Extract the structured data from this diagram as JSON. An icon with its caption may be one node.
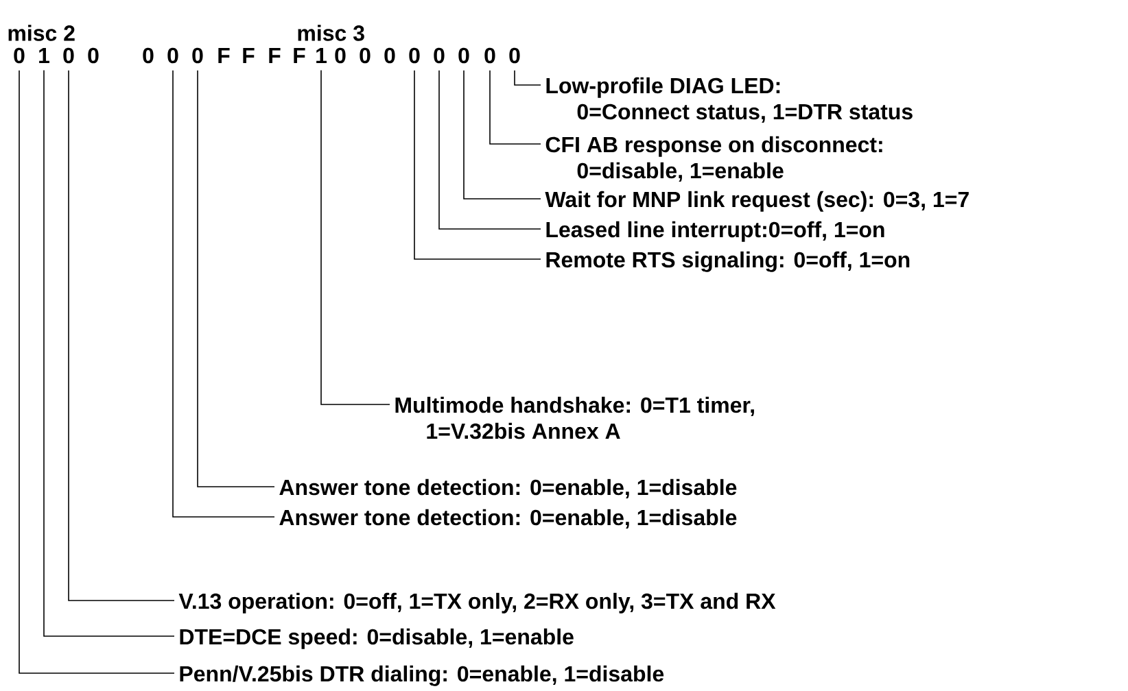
{
  "diagram": {
    "nodes": [
      {
        "text": [
          "0"
        ]
      },
      {
        "text": [
          "1"
        ]
      },
      {
        "text": [
          "0"
        ]
      },
      {
        "text": [
          "0"
        ]
      },
      {
        "text": [
          "0"
        ]
      },
      {
        "text": [
          "0"
        ]
      },
      {
        "text": [
          "0"
        ]
      },
      {
        "text": [
          "F"
        ]
      },
      {
        "text": [
          "F"
        ]
      },
      {
        "text": [
          "F"
        ]
      },
      {
        "text": [
          "F"
        ]
      },
      {
        "text": [
          "1"
        ]
      },
      {
        "text": [
          "0"
        ]
      },
      {
        "text": [
          "0"
        ]
      },
      {
        "text": [
          "0"
        ]
      },
      {
        "text": [
          "0"
        ]
      },
      {
        "text": [
          "0"
        ]
      },
      {
        "text": [
          "0"
        ]
      },
      {
        "text": [
          "0"
        ]
      },
      {
        "text": [
          "0"
        ]
      },
      {
        "text": [
          "Low-profile DIAG LED:",
          "0=Connect status, 1=DTR status"
        ]
      },
      {
        "text": [
          "CFI AB response on disconnect:",
          "0=disable, 1=enable"
        ]
      },
      {
        "text": [
          "Wait for MNP link request (sec): 0=3, 1=7"
        ]
      },
      {
        "text": [
          "Leased line interrupt:0=off, 1=on"
        ]
      },
      {
        "text": [
          "Remote RTS signaling: 0=off, 1=on"
        ]
      },
      {
        "text": [
          "Multimode handshake: 0=T1 timer,",
          "1=V.32bis Annex A"
        ]
      },
      {
        "text": [
          "Answer tone detection: 0=enable, 1=disable"
        ]
      },
      {
        "text": [
          "Answer tone detection: 0=enable, 1=disable"
        ]
      },
      {
        "text": [
          "V.13 operation: 0=off, 1=TX only, 2=RX only, 3=TX and RX"
        ]
      },
      {
        "text": [
          "DTE=DCE speed: 0=disable, 1=enable"
        ]
      },
      {
        "text": [
          "Penn/V.25bis DTR dialing: 0=enable, 1=disable"
        ]
      }
    ],
    "edges": [
      {
        "from": 19,
        "to": 20,
        "arrow": "none"
      },
      {
        "from": 18,
        "to": 21,
        "arrow": "none"
      },
      {
        "from": 17,
        "to": 22,
        "arrow": "none"
      },
      {
        "from": 16,
        "to": 23,
        "arrow": "none"
      },
      {
        "from": 15,
        "to": 24,
        "arrow": "none"
      },
      {
        "from": 11,
        "to": 25,
        "arrow": "none"
      },
      {
        "from": 6,
        "to": 26,
        "arrow": "none"
      },
      {
        "from": 5,
        "to": 27,
        "arrow": "none"
      },
      {
        "from": 2,
        "to": 28,
        "arrow": "none"
      },
      {
        "from": 1,
        "to": 29,
        "arrow": "none"
      },
      {
        "from": 0,
        "to": 30,
        "arrow": "none"
      }
    ],
    "labels": [
      "misc 2",
      "misc 3"
    ]
  }
}
